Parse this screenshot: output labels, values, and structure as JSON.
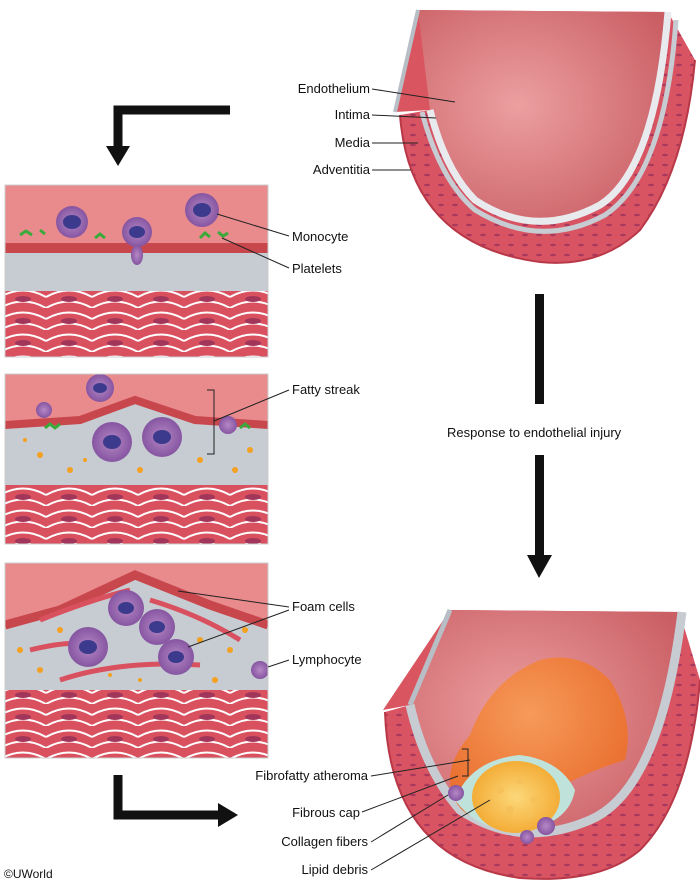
{
  "labels": {
    "endothelium": "Endothelium",
    "intima": "Intima",
    "media": "Media",
    "adventitia": "Adventitia",
    "monocyte": "Monocyte",
    "platelets": "Platelets",
    "fatty_streak": "Fatty streak",
    "response": "Response to endothelial injury",
    "foam_cells": "Foam cells",
    "lymphocyte": "Lymphocyte",
    "fibrofatty_atheroma": "Fibrofatty atheroma",
    "fibrous_cap": "Fibrous cap",
    "collagen_fibers": "Collagen fibers",
    "lipid_debris": "Lipid debris"
  },
  "copyright": "©UWorld",
  "colors": {
    "lumen": "#e58b8e",
    "intima": "#c7ccd3",
    "media": "#d9515f",
    "endothelium": "#c8474c",
    "monocyte": "#8a5aa8",
    "nucleus": "#3b3a8c",
    "platelet": "#3aaa3a",
    "lipid": "#f4a020",
    "plaque": "#f07a3a"
  }
}
